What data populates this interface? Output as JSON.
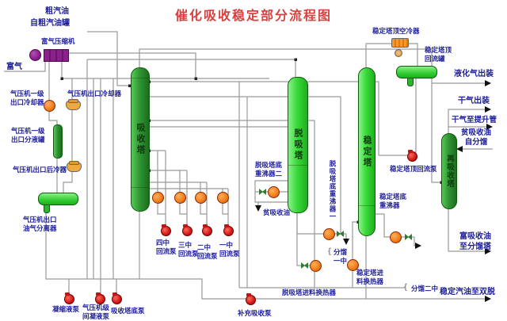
{
  "title": "催化吸收稳定部分流程图",
  "colors": {
    "title_red": "#d94040",
    "label_navy": "#1d1d9a",
    "column_green_dark": "#2f9733",
    "column_green_bright": "#3ada3a",
    "exchanger_orange": "#ef7c1a",
    "pump_red": "#d01818",
    "compressor_purple": "#8b1f8b",
    "pipe_gray": "#999999"
  },
  "columns": {
    "absorber": "吸收塔",
    "desorber": "脱吸塔",
    "stabilizer": "稳定塔",
    "reabsorber": "再吸收塔"
  },
  "labels": {
    "crude_gasoline": "粗汽油",
    "from_crude_tank": "自粗汽油罐",
    "rich_gas_compressor": "富气压缩机",
    "rich_gas": "富气",
    "stage1_outlet_cooler": "气压机一级\n出口冷却器",
    "outlet_cooler": "气压机出口冷却器",
    "stage1_outlet_drum": "气压机一级\n出口分液罐",
    "outlet_aftercooler": "气压机出口后冷器",
    "outlet_oilgas_separator": "气压机出口\n油气分离器",
    "condensate_pump": "凝缩液泵",
    "interstage_condensate_pump": "气压机级\n间凝液泵",
    "absorber_bottom_pump": "吸收塔底泵",
    "reflux_pump_4": "四中\n回流泵",
    "reflux_pump_3": "三中\n回流泵",
    "reflux_pump_2": "二中\n回流泵",
    "reflux_pump_1": "一中\n回流泵",
    "makeup_absorption_pump": "补充吸收泵",
    "desorber_reboiler_2": "脱吸塔底\n重沸器二",
    "lean_absorption_oil": "贫吸收油",
    "desorber_reboiler_1": "脱吸塔底重沸器一",
    "frac_mid_1": "分馏\n一中",
    "desorber_feed_exchanger": "脱吸塔进料换热器",
    "stabilizer_feed_exchanger": "稳定塔进\n料换热器",
    "stabilizer_reboiler": "稳定塔底\n重沸器",
    "stabilizer_top_aircooler": "稳定塔顶空冷器",
    "stabilizer_top_reflux_drum": "稳定塔顶\n回流罐",
    "lpg_out": "液化气出装",
    "dry_gas_out": "干气出装",
    "dry_gas_to_riser": "干气至提升管",
    "lean_oil_from_frac": "贫吸收油\n自分馏",
    "stabilizer_top_reflux_pump": "稳定塔顶回流泵",
    "rich_oil_to_frac": "富吸收油\n至分馏塔",
    "frac_mid_2": "分馏二中",
    "stable_gasoline_out": "稳定汽油至双脱",
    "brace": "{"
  }
}
